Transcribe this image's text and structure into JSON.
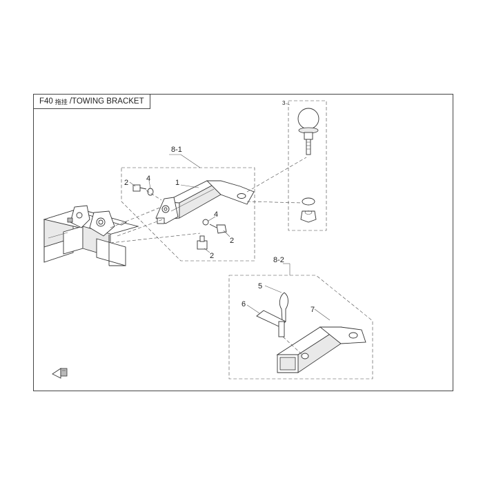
{
  "header": {
    "code": "F40",
    "title_cn": "拖挂",
    "title_en": "/TOWING BRACKET"
  },
  "groups": [
    {
      "id": "8-1",
      "label": "8-1"
    },
    {
      "id": "8-2",
      "label": "8-2"
    }
  ],
  "callouts": [
    {
      "id": "1",
      "label": "1"
    },
    {
      "id": "2a",
      "label": "2"
    },
    {
      "id": "2b",
      "label": "2"
    },
    {
      "id": "2c",
      "label": "2"
    },
    {
      "id": "3",
      "label": "3"
    },
    {
      "id": "4a",
      "label": "4"
    },
    {
      "id": "4b",
      "label": "4"
    },
    {
      "id": "5",
      "label": "5"
    },
    {
      "id": "6",
      "label": "6"
    },
    {
      "id": "7",
      "label": "7"
    }
  ],
  "icons": {
    "orientation": "front-direction-icon"
  }
}
